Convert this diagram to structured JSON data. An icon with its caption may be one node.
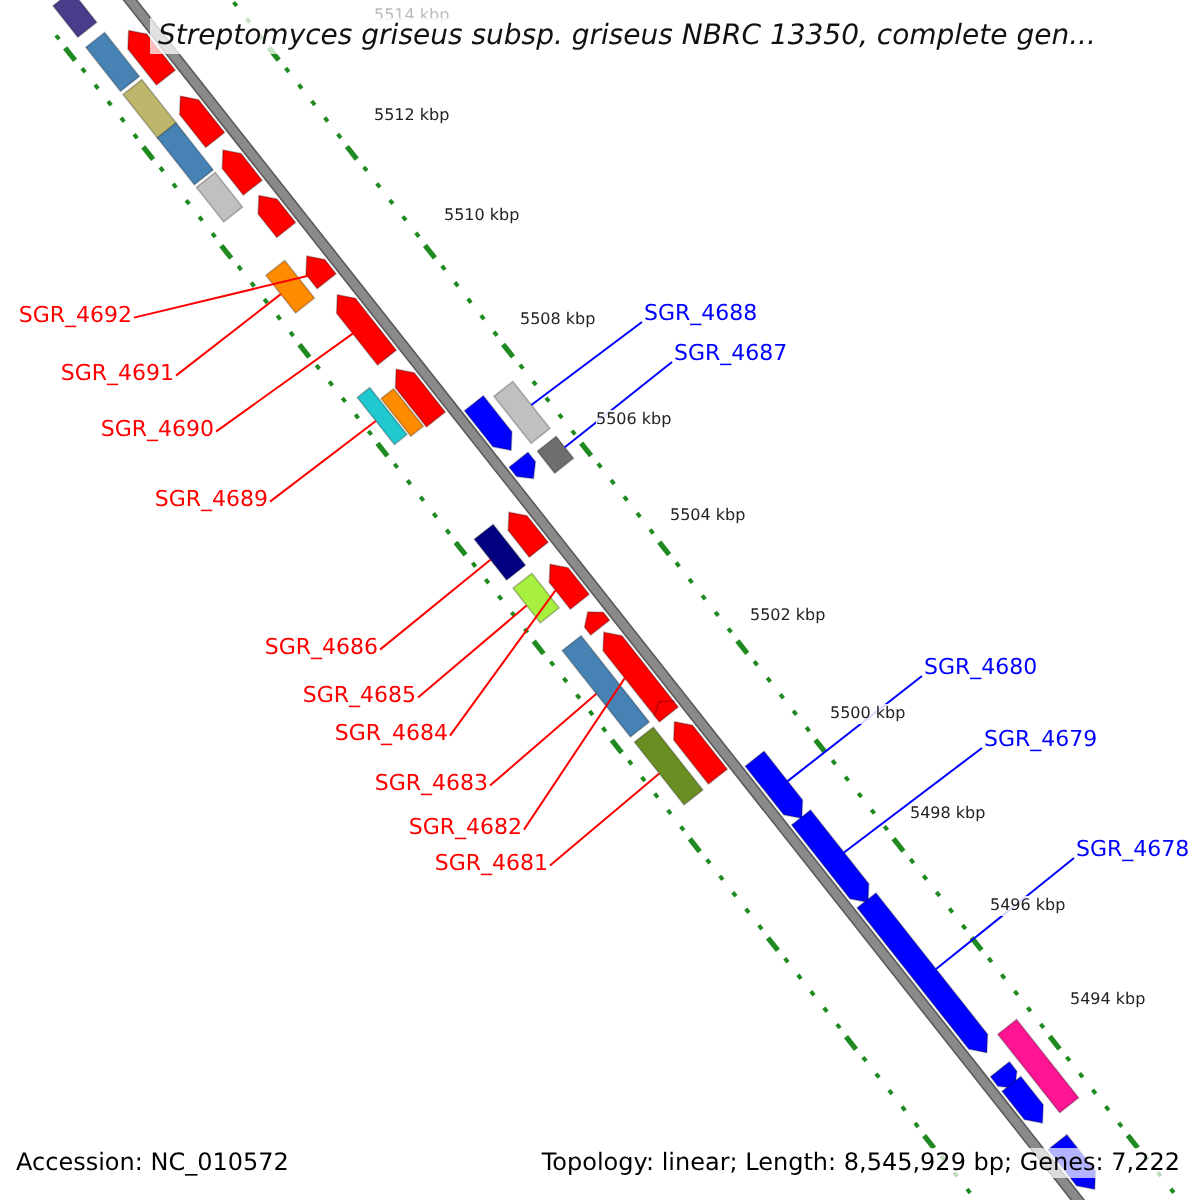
{
  "diagram": {
    "title": "Streptomyces griseus subsp. griseus NBRC 13350, complete gen...",
    "nodes": [
      {
        "text": [
          "SGR_4688"
        ]
      },
      {
        "text": [
          "SGR_4692"
        ]
      },
      {
        "text": [
          "SGR_4687"
        ]
      },
      {
        "text": [
          "SGR_4691"
        ]
      },
      {
        "text": [
          "SGR_4690"
        ]
      },
      {
        "text": [
          "SGR_4689"
        ]
      },
      {
        "text": [
          "SGR_4686"
        ]
      },
      {
        "text": [
          "SGR_4680"
        ]
      },
      {
        "text": [
          "SGR_4685"
        ]
      },
      {
        "text": [
          "SGR_4684"
        ]
      },
      {
        "text": [
          "SGR_4679"
        ]
      },
      {
        "text": [
          "SGR_4683"
        ]
      },
      {
        "text": [
          "SGR_4682"
        ]
      },
      {
        "text": [
          "SGR_4681"
        ]
      },
      {
        "text": [
          "SGR_4678"
        ]
      },
      {
        "text": [],
        "shape": "box"
      },
      {
        "text": [],
        "shape": "arrow"
      },
      {
        "text": [],
        "shape": "box"
      },
      {
        "text": [],
        "shape": "box"
      },
      {
        "text": [],
        "shape": "arrow"
      },
      {
        "text": [],
        "shape": "box"
      },
      {
        "text": [],
        "shape": "arrow"
      },
      {
        "text": [],
        "shape": "box"
      },
      {
        "text": [],
        "shape": "arrow"
      },
      {
        "text": [],
        "shape": "arrow"
      },
      {
        "text": [],
        "shape": "box"
      },
      {
        "text": [],
        "shape": "arrow"
      },
      {
        "text": [],
        "shape": "arrow"
      },
      {
        "text": [],
        "shape": "box"
      },
      {
        "text": [],
        "shape": "box"
      },
      {
        "text": [],
        "shape": "arrow"
      },
      {
        "text": [],
        "shape": "box"
      },
      {
        "text": [],
        "shape": "box"
      },
      {
        "text": [],
        "shape": "arrow"
      },
      {
        "text": [],
        "shape": "arrow"
      },
      {
        "text": [],
        "shape": "box"
      },
      {
        "text": [],
        "shape": "arrow"
      },
      {
        "text": [],
        "shape": "box"
      },
      {
        "text": [],
        "shape": "arrow"
      },
      {
        "text": [],
        "shape": "arrow"
      },
      {
        "text": [],
        "shape": "box"
      },
      {
        "text": [],
        "shape": "arrow"
      },
      {
        "text": [],
        "shape": "arrow"
      },
      {
        "text": [],
        "shape": "box"
      },
      {
        "text": [],
        "shape": "arrow"
      },
      {
        "text": [],
        "shape": "arrow"
      },
      {
        "text": [],
        "shape": "arrow"
      },
      {
        "text": [],
        "shape": "box"
      },
      {
        "text": [],
        "shape": "arrow"
      },
      {
        "text": [],
        "shape": "arrow"
      },
      {
        "text": [],
        "shape": "arrow"
      }
    ],
    "edges": [
      {
        "from": 0,
        "to": 28,
        "arrow": "none",
        "color": "#0000ff"
      },
      {
        "from": 1,
        "to": 24,
        "arrow": "none"
      },
      {
        "from": 2,
        "to": 32,
        "arrow": "none",
        "color": "#0000ff"
      },
      {
        "from": 3,
        "to": 25,
        "arrow": "none"
      },
      {
        "from": 4,
        "to": 26,
        "arrow": "none"
      },
      {
        "from": 5,
        "to": 29,
        "arrow": "none"
      },
      {
        "from": 6,
        "to": 35,
        "arrow": "none"
      },
      {
        "from": 7,
        "to": 44,
        "arrow": "none",
        "color": "#0000ff"
      },
      {
        "from": 8,
        "to": 37,
        "arrow": "none"
      },
      {
        "from": 9,
        "to": 36,
        "arrow": "none"
      },
      {
        "from": 10,
        "to": 45,
        "arrow": "none",
        "color": "#0000ff"
      },
      {
        "from": 11,
        "to": 40,
        "arrow": "none"
      },
      {
        "from": 12,
        "to": 39,
        "arrow": "none"
      },
      {
        "from": 13,
        "to": 43,
        "arrow": "none"
      },
      {
        "from": 14,
        "to": 46,
        "arrow": "none",
        "color": "#0000ff"
      }
    ],
    "labels": [
      "5514 kbp",
      "5512 kbp",
      "5510 kbp",
      "5508 kbp",
      "5506 kbp",
      "5504 kbp",
      "5502 kbp",
      "5500 kbp",
      "5498 kbp",
      "5496 kbp",
      "5494 kbp",
      "Accession: NC_010572",
      "Topology: linear; Length: 8,545,929 bp; Genes: 7,222"
    ]
  }
}
